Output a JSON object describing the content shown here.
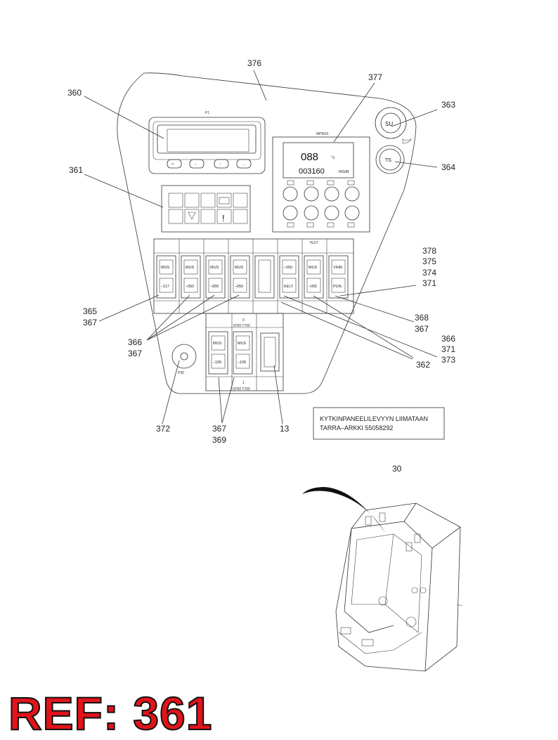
{
  "callouts": {
    "c376": "376",
    "c377": "377",
    "c360": "360",
    "c363": "363",
    "c361": "361",
    "c364": "364",
    "c378": "378",
    "c375": "375",
    "c374": "374",
    "c371a": "371",
    "c365": "365",
    "c367a": "367",
    "c368": "368",
    "c367b": "367",
    "c366a": "366",
    "c367c": "367",
    "c366b": "366",
    "c371b": "371",
    "c373": "373",
    "c362": "362",
    "c372": "372",
    "c367d": "367",
    "c369": "369",
    "c13": "13",
    "c30": "30"
  },
  "display": {
    "value": "088",
    "unit": "°c",
    "hours": "003160",
    "hour_label": "HOUR",
    "module_label": "MPM10",
    "top_label": "P1"
  },
  "gauges": {
    "su": "SU",
    "ts": "TS"
  },
  "switches_row1": [
    {
      "top": "MUS",
      "bottom": "–117"
    },
    {
      "top": "MUS",
      "bottom": "–050"
    },
    {
      "top": "MUS",
      "bottom": "–050"
    },
    {
      "top": "MUS",
      "bottom": "–050"
    },
    {
      "top": "",
      "bottom": ""
    },
    {
      "top": "–050",
      "bottom": "KELT"
    },
    {
      "top": "MUS",
      "bottom": "–055"
    },
    {
      "top": "VIHR.",
      "bottom": "PUN."
    }
  ],
  "switches_row2": [
    {
      "top": "MUS",
      "bottom": "–105"
    },
    {
      "top": "MUS",
      "bottom": "–105"
    }
  ],
  "small_labels": {
    "test": "TEST",
    "lower_zero": "0",
    "lower_one": "1",
    "t700a": "8700   T700",
    "t700b": "8700   T700",
    "pto": "P30"
  },
  "note": {
    "line1": "KYTKINPANEELILEVYYN LIIMATAAN",
    "line2": "TARRA–ARKKI 55058292"
  },
  "ref": "REF: 361"
}
